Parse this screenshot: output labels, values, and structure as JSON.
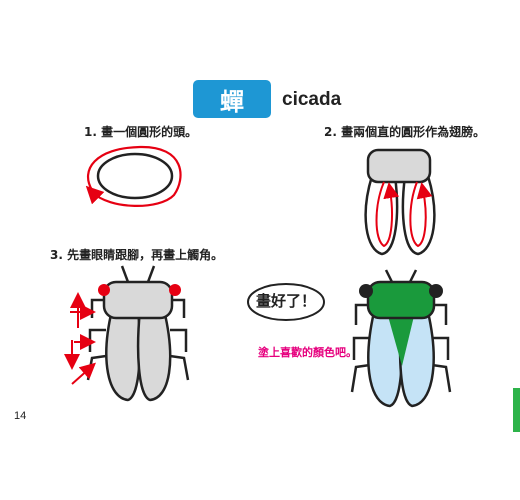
{
  "title": {
    "zh": "蟬",
    "en": "cicada"
  },
  "steps": [
    {
      "text": "1. 畫一個圓形的頭。"
    },
    {
      "text": "2. 畫兩個直的圓形作為翅膀。"
    },
    {
      "text": "3. 先畫眼睛跟腳，再畫上觸角。"
    }
  ],
  "finish": {
    "bubble": "畫好了！",
    "hint": "塗上喜歡的顏色吧。"
  },
  "page_number": "14",
  "colors": {
    "badge": "#1e97d4",
    "arrow": "#e60012",
    "body_gray": "#d9d9d9",
    "wing_blue": "#c5e3f6",
    "head_green": "#1a9a3c",
    "hint_pink": "#e6007e",
    "tab_green": "#2db34a"
  }
}
